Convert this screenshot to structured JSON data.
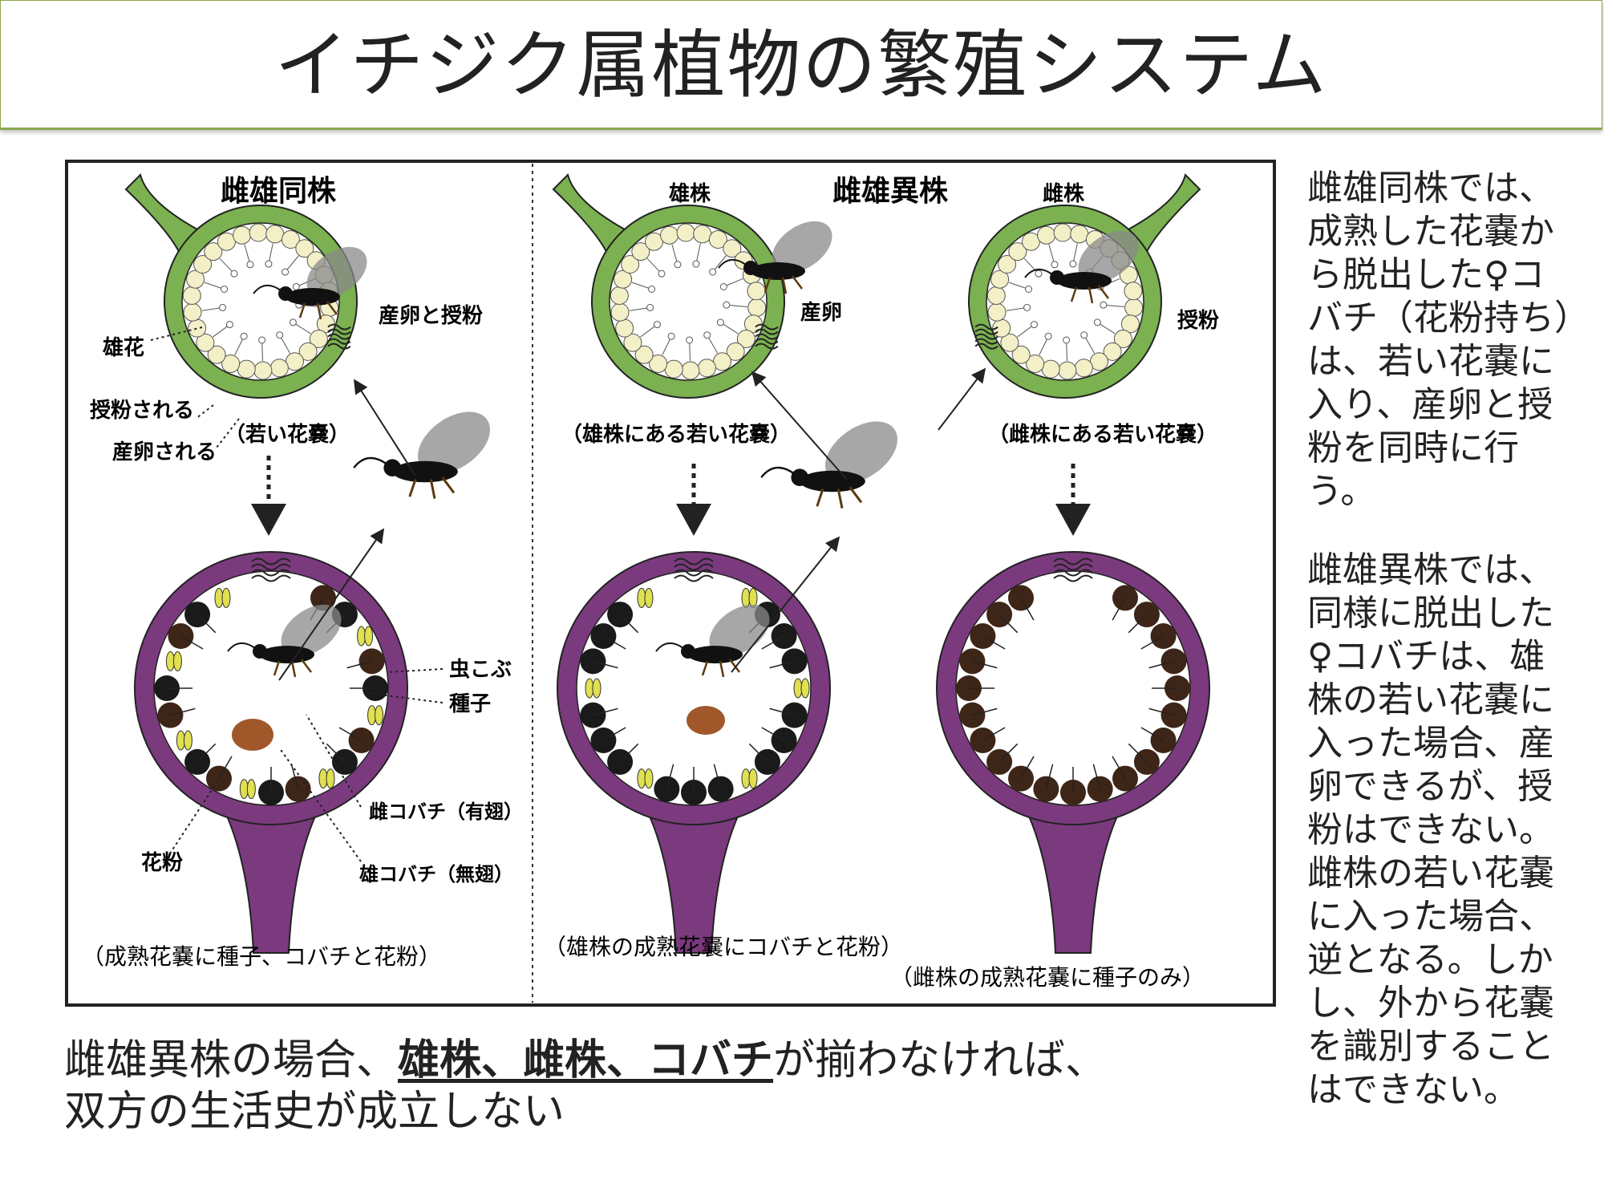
{
  "title": "イチジク属植物の繁殖システム",
  "diagram": {
    "mono_title": "雌雄同株",
    "dio_title": "雌雄異株",
    "male_plant": "雄株",
    "female_plant": "雌株",
    "mono_labels": {
      "oviposit_pollinate": "産卵と授粉",
      "male_flower": "雄花",
      "pollinated": "授粉される",
      "oviposited": "産卵される",
      "young_syconium": "（若い花嚢）",
      "gall": "虫こぶ",
      "seed": "種子",
      "female_wasp": "雌コバチ（有翅）",
      "pollen": "花粉",
      "male_wasp": "雄コバチ（無翅）",
      "mature": "（成熟花嚢に種子、コバチと花粉）"
    },
    "dio_labels": {
      "oviposit": "産卵",
      "pollinate": "授粉",
      "young_male": "（雄株にある若い花嚢）",
      "young_female": "（雌株にある若い花嚢）",
      "mature_male": "（雄株の成熟花嚢にコバチと花粉）",
      "mature_female": "（雌株の成熟花嚢に種子のみ）"
    },
    "colors": {
      "young": "#7bb150",
      "mature": "#7b3a7e",
      "seed": "#3d2518",
      "gall": "#1a1a1a",
      "pollen": "#e0e050",
      "flower": "#f3f0c8"
    }
  },
  "side_text": {
    "para1": "雌雄同株では、成熟した花嚢から脱出した♀コバチ（花粉持ち）は、若い花嚢に入り、産卵と授粉を同時に行う。",
    "para2": "雌雄異株では、同様に脱出した♀コバチは、雄株の若い花嚢に入った場合、産卵できるが、授粉はできない。雌株の若い花嚢に入った場合、逆となる。しかし、外から花嚢を識別することはできない。"
  },
  "bottom_text": {
    "pre": "雌雄異株の場合、",
    "emph": "雄株、雌株、コバチ",
    "post": "が揃わなければ、",
    "line2": "双方の生活史が成立しない"
  }
}
